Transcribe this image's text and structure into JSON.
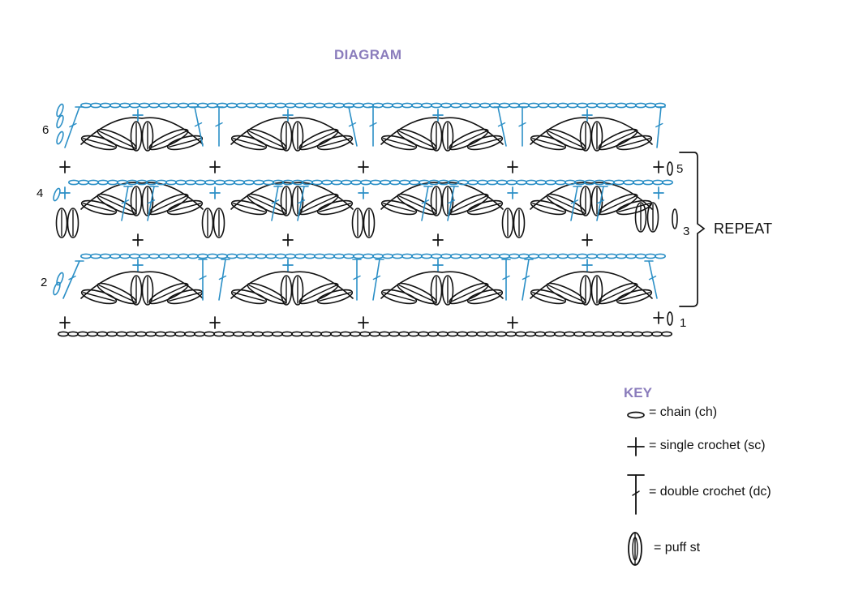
{
  "diagram": {
    "title": "DIAGRAM",
    "row_labels": [
      "1",
      "2",
      "3",
      "4",
      "5",
      "6"
    ],
    "repeat_label": "REPEAT",
    "colors": {
      "ink": "#111111",
      "blue": "#2b8fc6",
      "accent": "#8a7cbc"
    }
  },
  "key": {
    "title": "KEY",
    "items": [
      {
        "symbol": "chain-icon",
        "label": "= chain (ch)"
      },
      {
        "symbol": "single-crochet-icon",
        "label": "= single crochet (sc)"
      },
      {
        "symbol": "double-crochet-icon",
        "label": "= double crochet (dc)"
      },
      {
        "symbol": "puff-stitch-icon",
        "label": "= puff st"
      }
    ]
  }
}
